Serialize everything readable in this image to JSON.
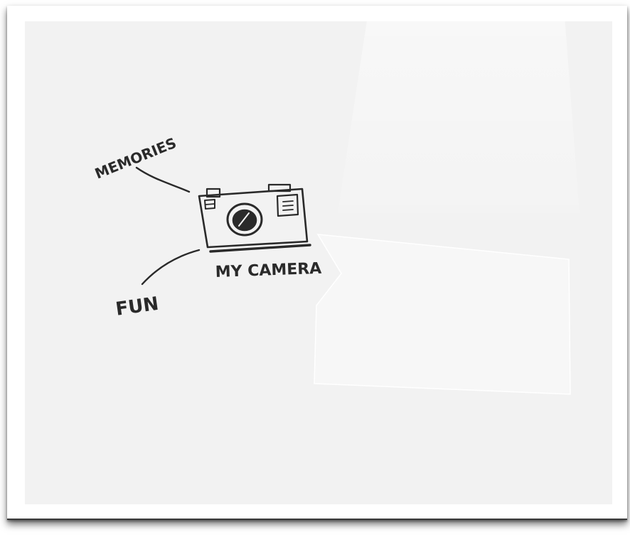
{
  "diagram": {
    "center": {
      "label": "MY CAMERA",
      "icon": "camera-icon"
    },
    "branches": [
      {
        "label": "MEMORIES"
      },
      {
        "label": "FUN"
      }
    ]
  },
  "colors": {
    "ink": "#2a2a2a",
    "paper": "#f2f2f2",
    "frame": "#ffffff"
  }
}
